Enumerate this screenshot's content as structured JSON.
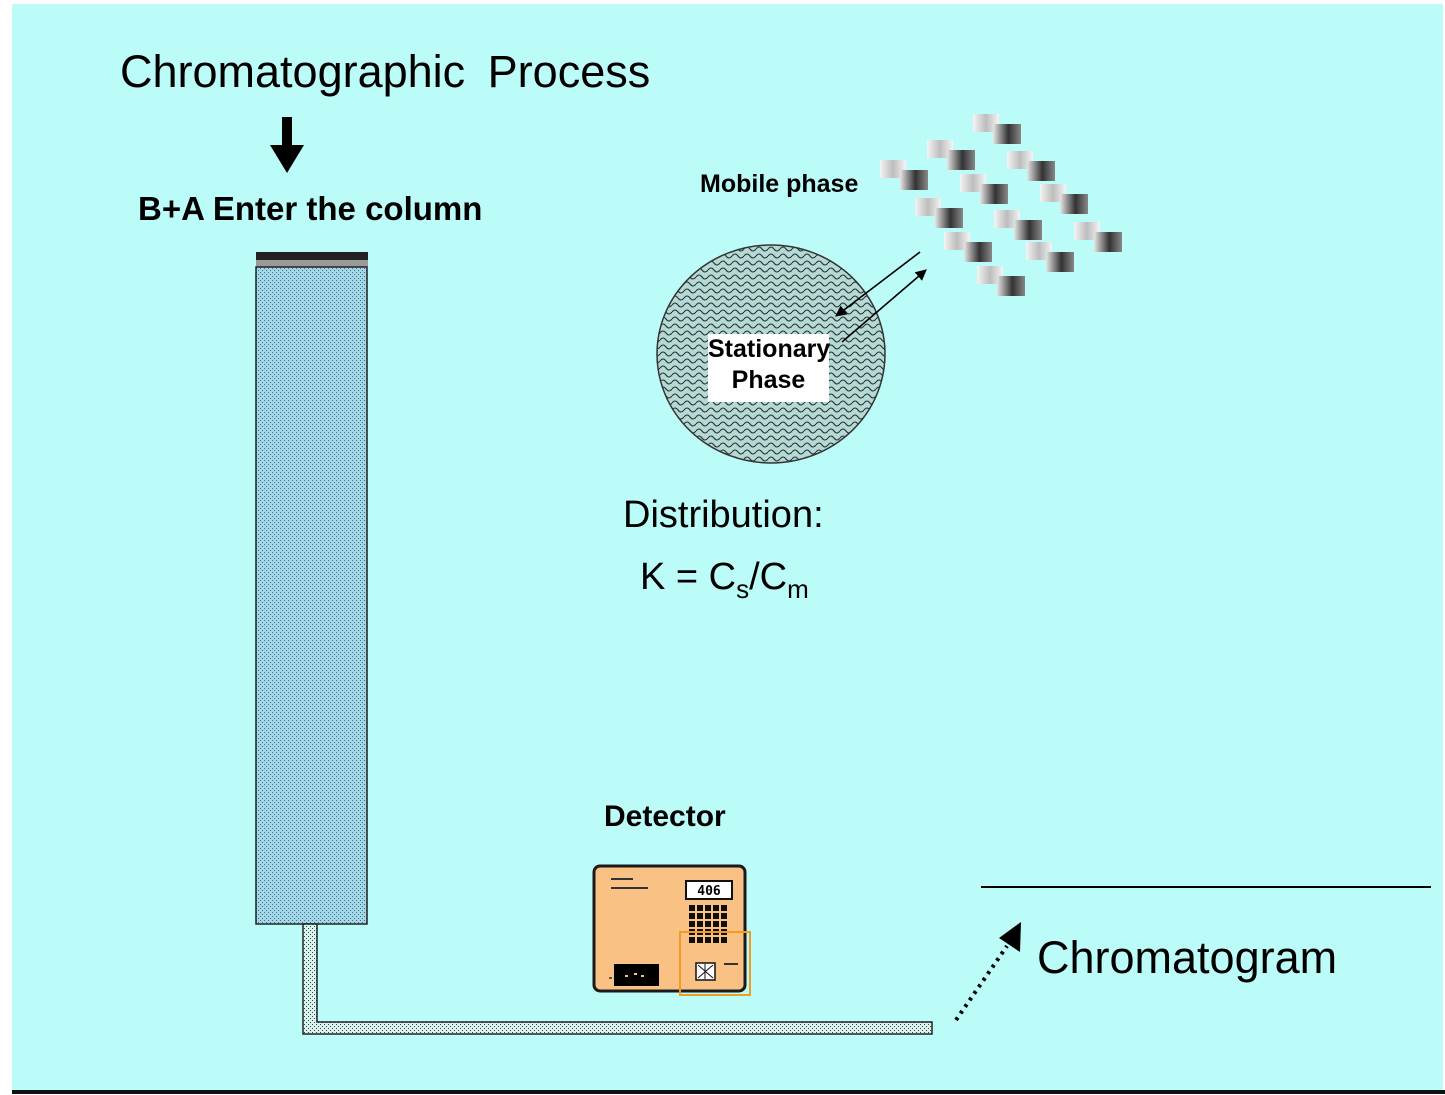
{
  "title": "Chromatographic  Process",
  "column_label": "B+A Enter the column",
  "mobile_phase_label": "Mobile phase",
  "stationary_phase_label": "Stationary Phase",
  "distribution": {
    "label": "Distribution:",
    "formula_prefix": "K = C",
    "formula_sub1": "s",
    "formula_mid": "/C",
    "formula_sub2": "m"
  },
  "detector_label": "Detector",
  "detector_display": "406",
  "chromatogram_label": "Chromatogram",
  "colors": {
    "background": "#bbfbf8",
    "column_fill": "#a4d7e8",
    "detector_body": "#f9c184",
    "detector_accent": "#f39a20"
  }
}
